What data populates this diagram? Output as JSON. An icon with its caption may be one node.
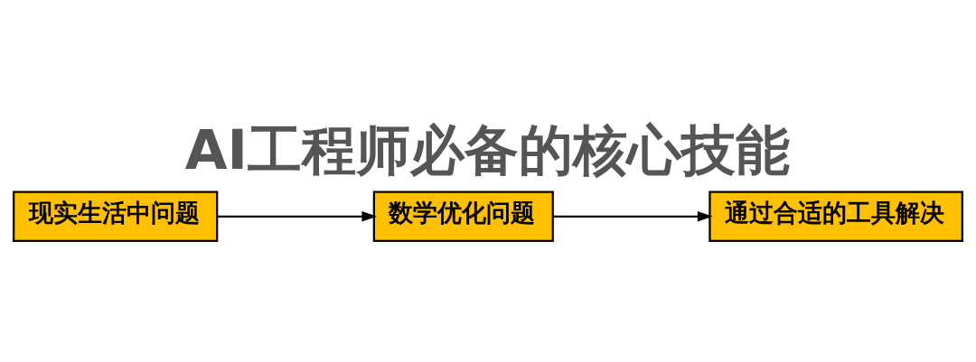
{
  "diagram": {
    "title": "AI工程师必备的核心技能",
    "nodes": [
      {
        "text": [
          "现实生活中问题"
        ]
      },
      {
        "text": [
          "数学优化问题"
        ]
      },
      {
        "text": [
          "通过合适的工具解决"
        ]
      }
    ],
    "edges": [
      {
        "from": 0,
        "to": 1,
        "arrow": "to"
      },
      {
        "from": 1,
        "to": 2,
        "arrow": "to"
      }
    ]
  }
}
